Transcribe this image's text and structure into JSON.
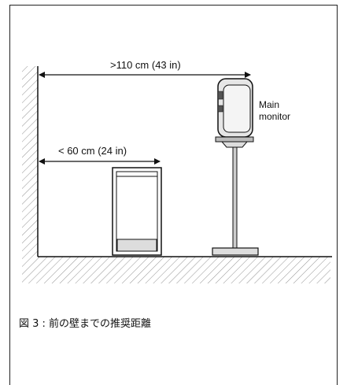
{
  "labels": {
    "far_distance": ">110 cm (43 in)",
    "near_distance": "< 60 cm (24 in)",
    "monitor_line1": "Main",
    "monitor_line2": "monitor"
  },
  "caption": "図 3 : 前の壁までの推奨距離"
}
